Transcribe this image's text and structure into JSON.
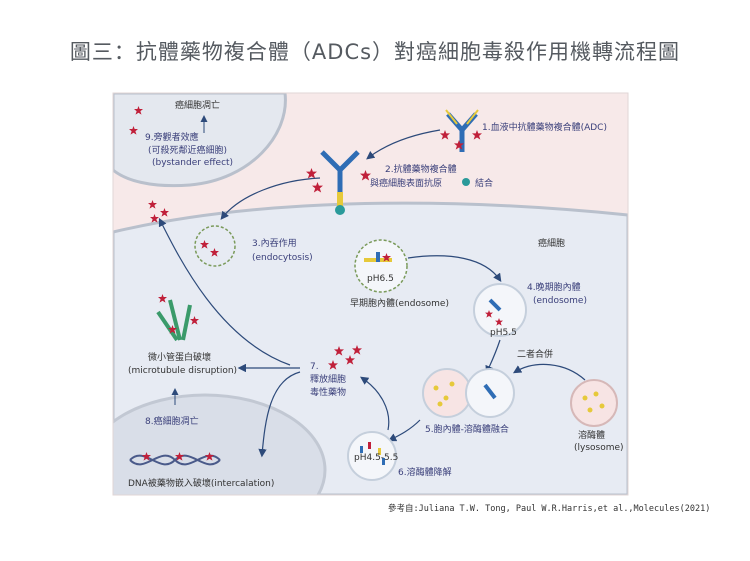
{
  "title": "圖三：抗體藥物複合體（ADCs）對癌細胞毒殺作用機轉流程圖",
  "labels": {
    "dead_cell_top": "癌細胞凋亡",
    "bystander_1": "9.旁觀者效應",
    "bystander_2": "(可殺死鄰近癌細胞)",
    "bystander_3": "(bystander effect)",
    "step1": "1.血液中抗體藥物複合體(ADC)",
    "step2a": "2.抗體藥物複合體",
    "step2b": "與癌細胞表面抗原",
    "step2c": "結合",
    "cancer_cell": "癌細胞",
    "step3a": "3.內吞作用",
    "step3b": "(endocytosis)",
    "ph_early": "pH6.5",
    "early_endosome": "早期胞內體(endosome)",
    "step4a": "4.晚期胞內體",
    "step4b": "(endosome)",
    "ph_late": "pH5.5",
    "merge": "二者合併",
    "microtubule_a": "微小管蛋白破壞",
    "microtubule_b": "(microtubule disruption)",
    "step7a": "7.",
    "step7b": "釋放細胞",
    "step7c": "毒性藥物",
    "lysosome_a": "溶酶體",
    "lysosome_b": "(lysosome)",
    "step5": "5.胞內體-溶酶體融合",
    "step8": "8.癌細胞凋亡",
    "ph_lyso": "pH4.5-5.5",
    "step6": "6.溶酶體降解",
    "dna": "DNA被藥物嵌入破壞(intercalation)"
  },
  "reference": "參考自:Juliana T.W. Tong, Paul W.R.Harris,et al.,Molecules(2021)",
  "colors": {
    "antibody_blue": "#2f6db5",
    "antibody_yellow": "#e6c93a",
    "drug_red": "#c0203a",
    "background_pink": "#f7e9e9",
    "cell_interior": "#e8ecf3"
  }
}
